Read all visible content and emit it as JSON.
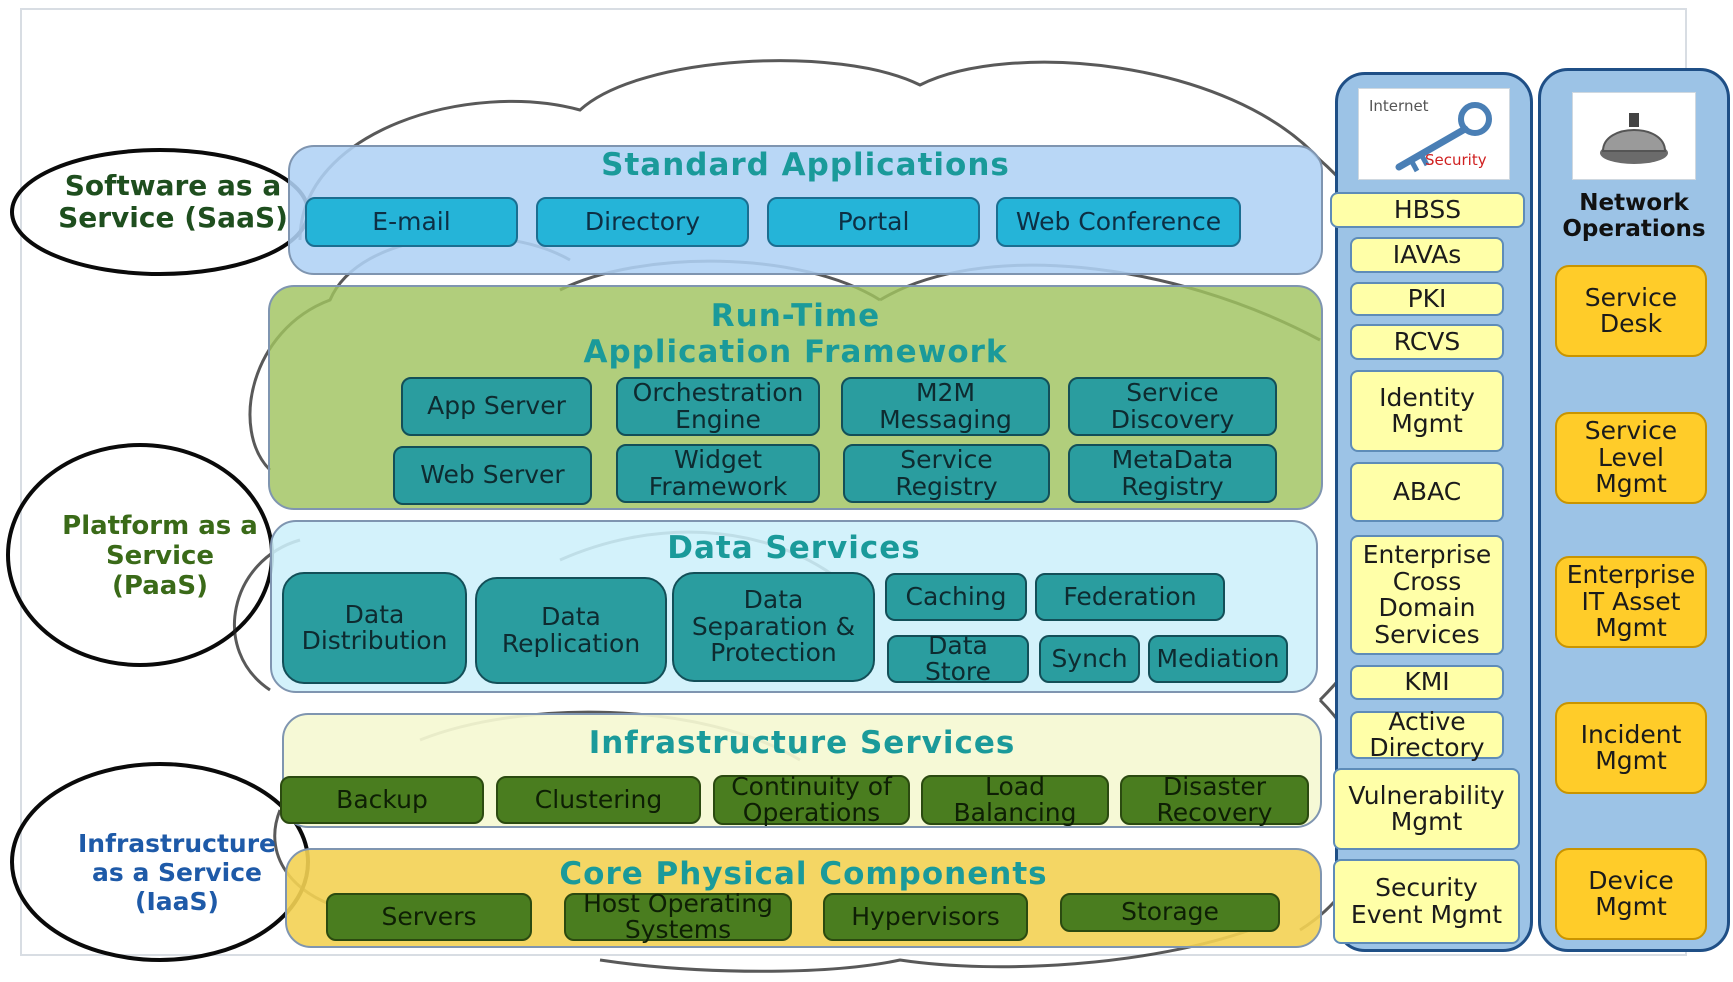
{
  "side_labels": {
    "saas": "Software as a Service (SaaS)",
    "paas": "Platform as a Service (PaaS)",
    "iaas": "Infrastructure as a Service (IaaS)"
  },
  "sections": {
    "standard_applications": {
      "title": "Standard Applications",
      "items": [
        "E-mail",
        "Directory",
        "Portal",
        "Web Conference"
      ]
    },
    "runtime": {
      "title_line1": "Run-Time",
      "title_line2": "Application Framework",
      "items": [
        "App Server",
        "Orchestration Engine",
        "M2M Messaging",
        "Service Discovery",
        "Web Server",
        "Widget Framework",
        "Service Registry",
        "MetaData Registry"
      ]
    },
    "data_services": {
      "title": "Data Services",
      "items": [
        "Data Distribution",
        "Data Replication",
        "Data Separation & Protection",
        "Caching",
        "Federation",
        "Data Store",
        "Synch",
        "Mediation"
      ]
    },
    "infrastructure_services": {
      "title": "Infrastructure Services",
      "items": [
        "Backup",
        "Clustering",
        "Continuity of Operations",
        "Load Balancing",
        "Disaster Recovery"
      ]
    },
    "core_physical": {
      "title": "Core Physical Components",
      "items": [
        "Servers",
        "Host Operating Systems",
        "Hypervisors",
        "Storage"
      ]
    }
  },
  "security_column": {
    "icon_text_internet": "Internet",
    "icon_text_security": "Security",
    "items": [
      "HBSS",
      "IAVAs",
      "PKI",
      "RCVS",
      "Identity Mgmt",
      "ABAC",
      "Enterprise Cross Domain Services",
      "KMI",
      "Active Directory",
      "Vulnerability Mgmt",
      "Security Event Mgmt"
    ]
  },
  "network_column": {
    "title": "Network Operations",
    "items": [
      "Service Desk",
      "Service Level Mgmt",
      "Enterprise IT Asset Mgmt",
      "Incident Mgmt",
      "Device Mgmt"
    ]
  },
  "colors": {
    "cyan": "#25b4d8",
    "teal": "#2a9d9f",
    "green": "#4a7d1f",
    "yellow": "#ffffa8",
    "gold": "#ffcc29",
    "title_teal": "#1a9a9a"
  }
}
